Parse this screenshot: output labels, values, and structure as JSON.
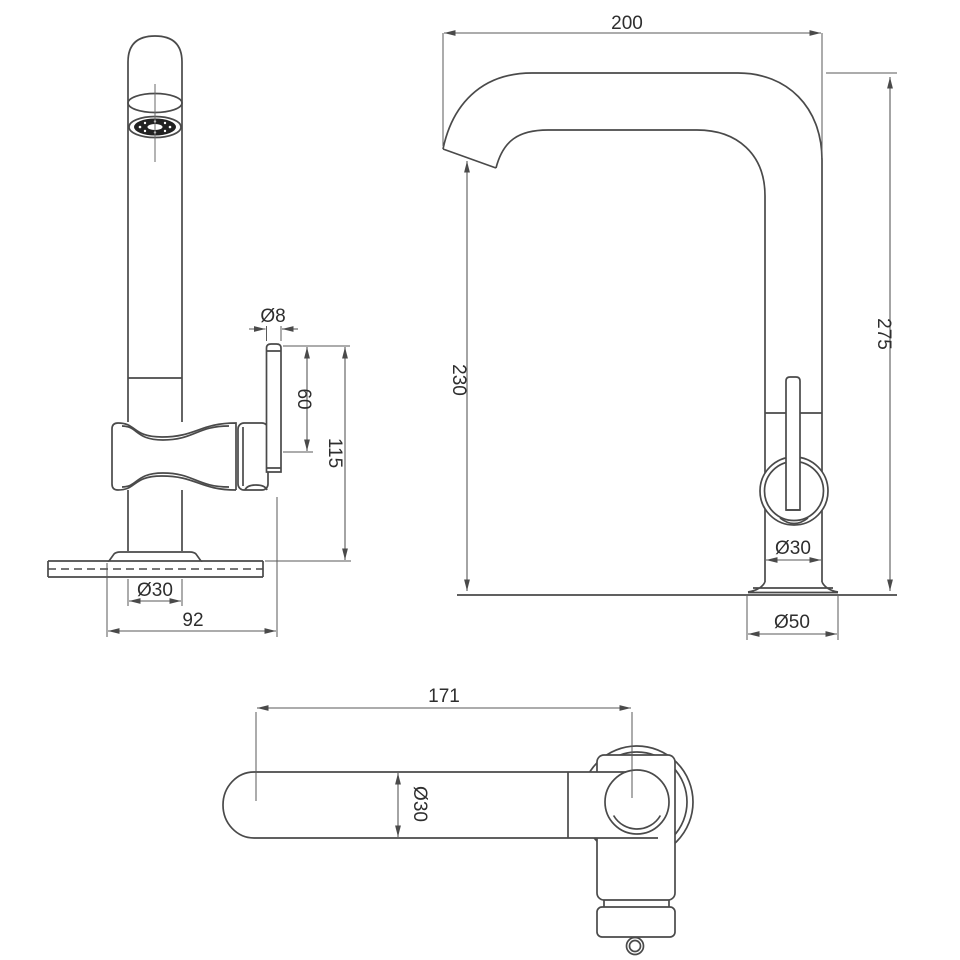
{
  "drawing": {
    "kind": "technical dimension drawing",
    "subject": "single-lever kitchen mixer tap, three orthographic views",
    "background": "#ffffff",
    "line_color": "#4a4a4a",
    "views": {
      "front": {
        "dims": {
          "handle_diameter": "Ø8",
          "handle_exposed_length": "60",
          "handle_top_to_deck": "115",
          "column_diameter": "Ø30",
          "overall_depth": "92"
        }
      },
      "side": {
        "dims": {
          "spout_reach": "200",
          "spout_outlet_height": "230",
          "overall_height": "275",
          "body_diameter": "Ø30",
          "base_diameter": "Ø50"
        }
      },
      "top": {
        "dims": {
          "spout_length": "171",
          "spout_diameter": "Ø30"
        }
      }
    }
  }
}
